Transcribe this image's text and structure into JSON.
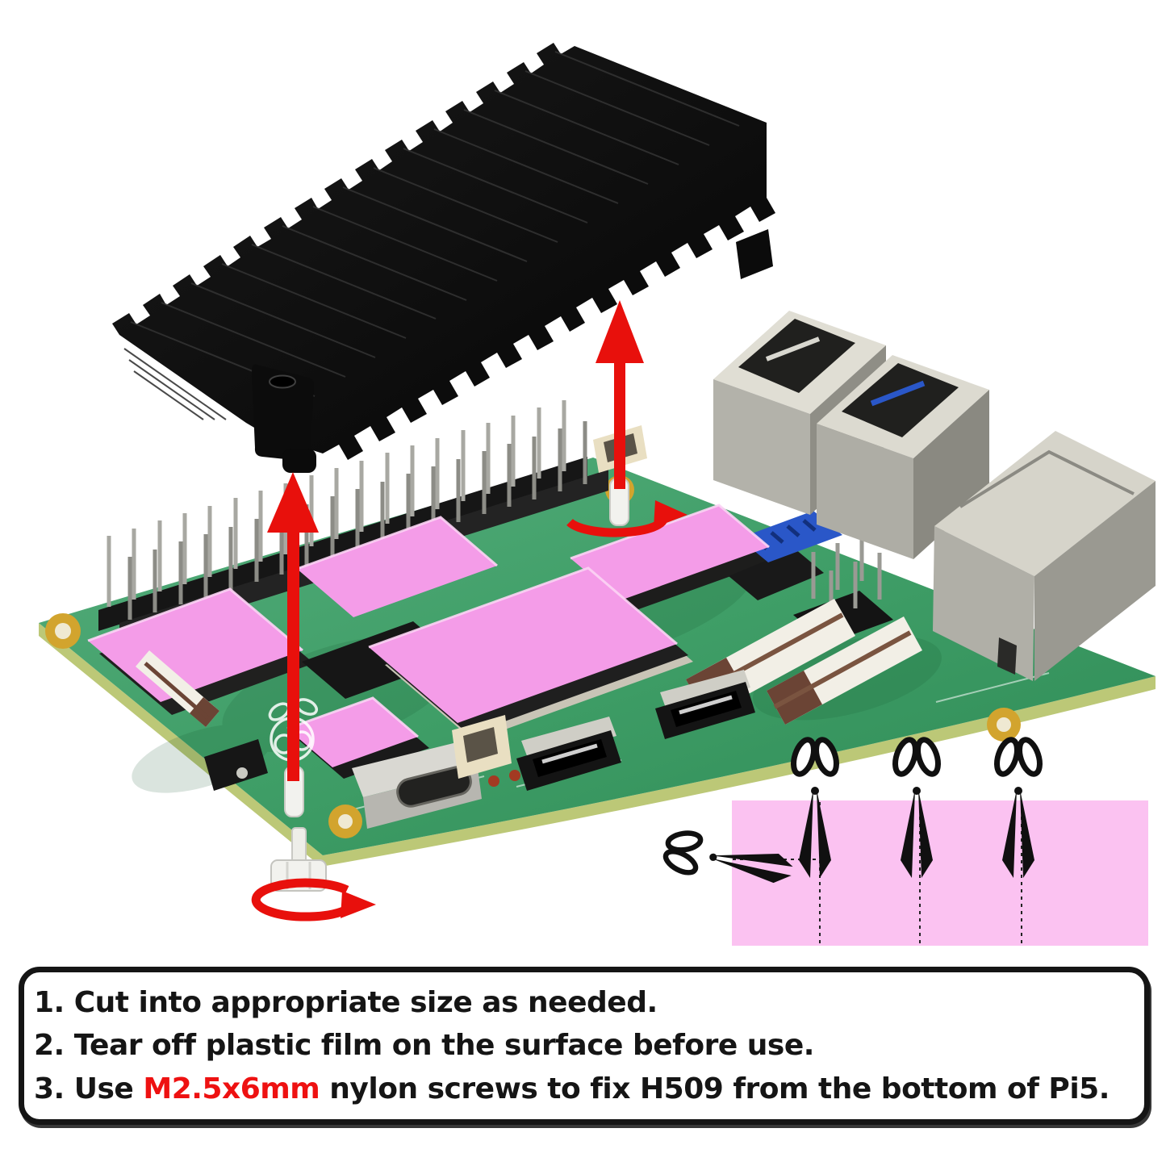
{
  "colors": {
    "arrow_red": "#e8100c",
    "highlight_red": "#ee1111",
    "text_black": "#151515",
    "pad_pink": "#f49ce8",
    "sheet_pink": "#fbc2f1",
    "pcb_green": "#3f9e67",
    "pcb_green_dark": "#2e8a55",
    "pcb_edge": "#c0cd79",
    "heatsink_black": "#0c0c0c",
    "silver_light": "#e4e2d9",
    "silver_mid": "#b3b2aa",
    "silver_dark": "#8f8e86",
    "gold": "#d2a42e",
    "usb_blue": "#2a57c8",
    "fpc_brown": "#6b4435",
    "cream": "#e9dfc2",
    "pin_silver": "#a8a8a2",
    "white_nylon": "#f2f2ee"
  },
  "instructions": {
    "line1": "1. Cut into appropriate size as needed.",
    "line2": "2. Tear off plastic film on the surface before use.",
    "line3_prefix": "3. Use ",
    "line3_highlight": "M2.5x6mm",
    "line3_suffix": " nylon screws to fix H509 from the bottom of Pi5."
  }
}
